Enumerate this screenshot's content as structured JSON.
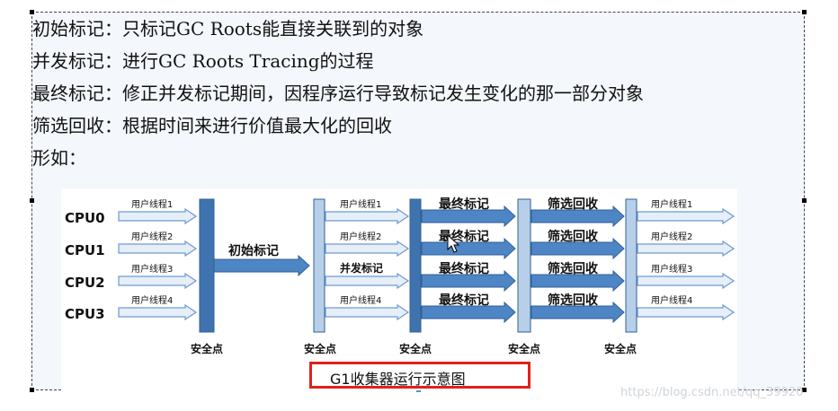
{
  "lines": [
    "初始标记：只标记GC Roots能直接关联到的对象",
    "并发标记：进行GC Roots Tracing的过程",
    "最终标记：修正并发标记期间，因程序运行导致标记发生变化的那一部分对象",
    "筛选回收：根据时间来进行价值最大化的回收",
    "形如："
  ],
  "figure": {
    "cpus": [
      "CPU0",
      "CPU1",
      "CPU2",
      "CPU3"
    ],
    "user_threads": [
      "用户线程1",
      "用户线程2",
      "用户线程3",
      "用户线程4"
    ],
    "initial_mark": "初始标记",
    "concurrent_mark": "并发标记",
    "final_mark": "最终标记",
    "filter_recycle": "筛选回收",
    "safepoint": "安全点"
  },
  "caption": "G1收集器运行示意图",
  "watermark": "https://blog.csdn.net/qq_39920",
  "colors": {
    "bar": "#3f73b0",
    "arrow": "#4e86c5",
    "caption_border": "#e0221b"
  }
}
